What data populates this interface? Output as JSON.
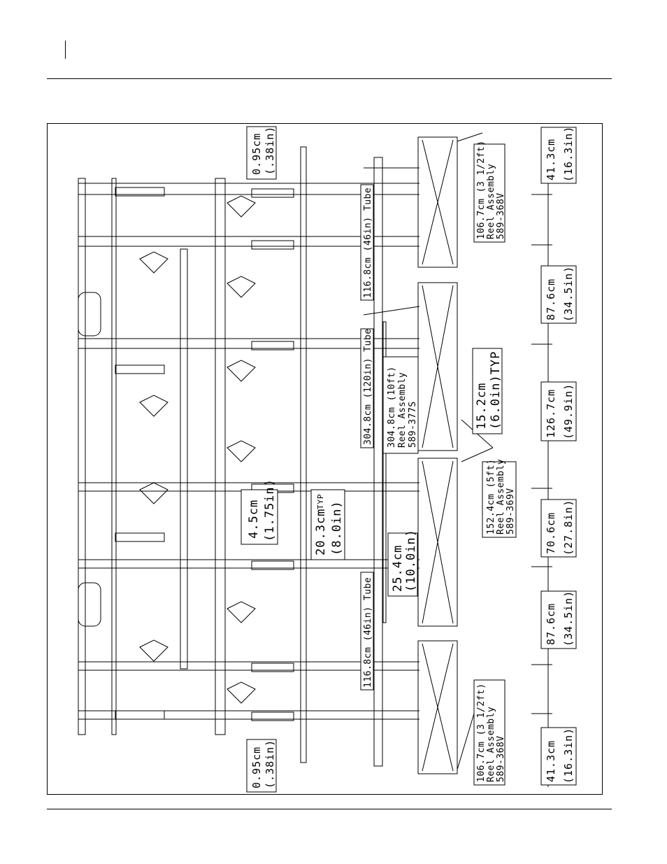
{
  "labels": {
    "dim_095_top_cm": "0.95cm",
    "dim_095_top_in": "(.38in)",
    "dim_095_bot_cm": "0.95cm",
    "dim_095_bot_in": "(.38in)",
    "tube_top": "116.8cm (46in) Tube",
    "tube_mid": "304.8cm (120in) Tube",
    "tube_bot": "116.8cm (46in) Tube",
    "reel_304_size": "304.8cm (10ft)",
    "reel_304_name": "Reel Assembly",
    "reel_304_part": "589-377S",
    "reel_106_top_size": "106.7cm (3 1/2ft)",
    "reel_106_top_name": "Reel Assembly",
    "reel_106_top_part": "589-368V",
    "reel_106_bot_size": "106.7cm (3 1/2ft)",
    "reel_106_bot_name": "Reel Assembly",
    "reel_106_bot_part": "589-368V",
    "reel_152_size": "152.4cm (5ft)",
    "reel_152_name": "Reel Assembly",
    "reel_152_part": "589-369V",
    "dim_45_cm": "4.5cm",
    "dim_45_in": "(1.75in)",
    "dim_203_cm": "20.3cm",
    "dim_203_in": "(8.0in)",
    "dim_203_typ": "TYP",
    "dim_254_cm": "25.4cm",
    "dim_254_in": "(10.0in)",
    "dim_152_cm": "15.2cm",
    "dim_152_in": "(6.0in)TYP",
    "dim_413_top_cm": "41.3cm",
    "dim_413_top_in": "(16.3in)",
    "dim_876_top_cm": "87.6cm",
    "dim_876_top_in": "(34.5in)",
    "dim_1267_cm": "126.7cm",
    "dim_1267_in": "(49.9in)",
    "dim_706_cm": "70.6cm",
    "dim_706_in": "(27.8in)",
    "dim_876_bot_cm": "87.6cm",
    "dim_876_bot_in": "(34.5in)",
    "dim_413_bot_cm": "41.3cm",
    "dim_413_bot_in": "(16.3in)"
  }
}
